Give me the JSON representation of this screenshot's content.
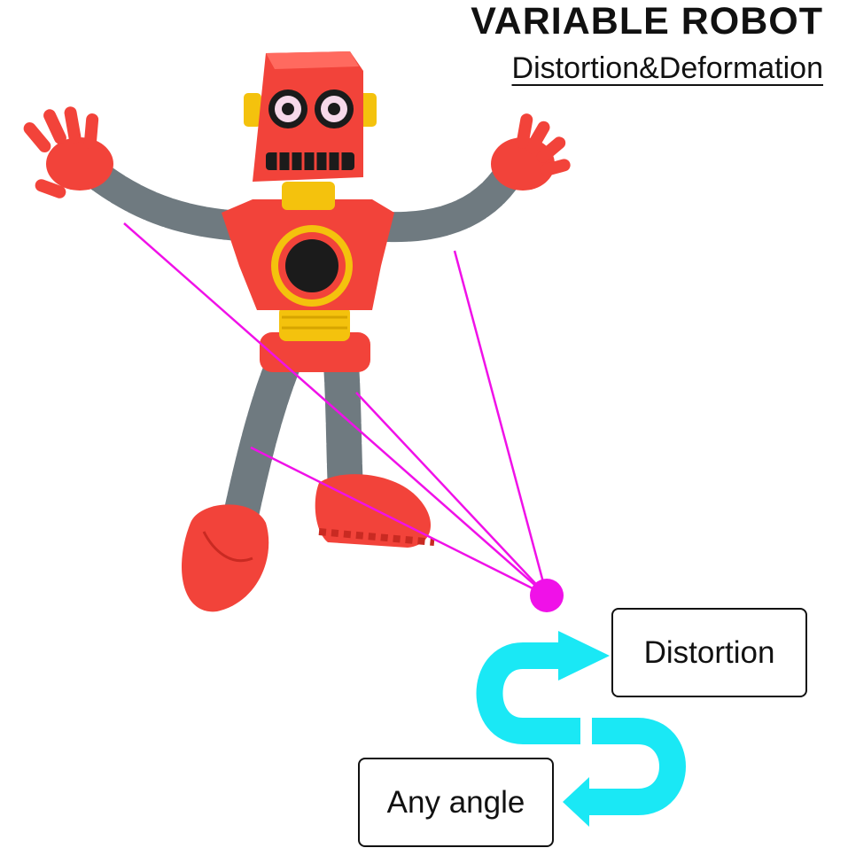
{
  "header": {
    "title": "VARIABLE ROBOT",
    "subtitle": "Distortion&Deformation"
  },
  "labels": {
    "distortion": "Distortion",
    "any_angle": "Any angle"
  },
  "colors": {
    "robot_red": "#f2433a",
    "robot_dark_red": "#c92a22",
    "joint_gray": "#6f7a80",
    "accent_yellow": "#f4c20d",
    "pointer_magenta": "#f011e8",
    "arrow_cyan": "#1ae8f5",
    "text": "#111111"
  },
  "icons": {
    "robot": "robot-toy-icon",
    "pointer": "magenta-pointer-dot-icon",
    "arrow": "cyan-s-curve-arrow-icon"
  }
}
